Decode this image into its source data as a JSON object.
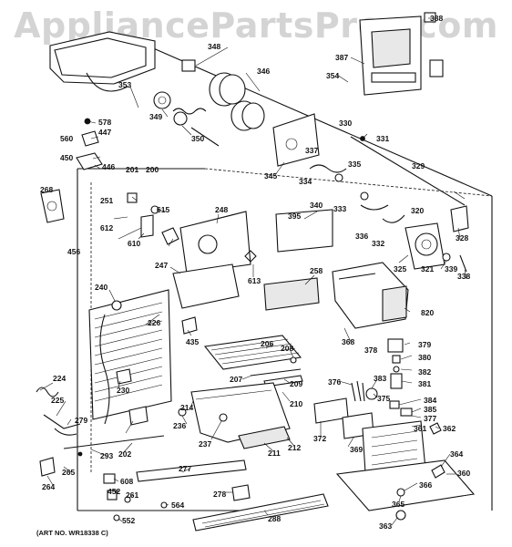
{
  "watermark": "AppliancePartsPros.com",
  "art_number": "(ART NO. WR18338 C)",
  "part_numbers": [
    "388",
    "387",
    "354",
    "348",
    "346",
    "353",
    "349",
    "350",
    "578",
    "447",
    "560",
    "450",
    "446",
    "201",
    "200",
    "251",
    "268",
    "612",
    "615",
    "610",
    "248",
    "345",
    "334",
    "337",
    "335",
    "330",
    "331",
    "329",
    "340",
    "333",
    "336",
    "395",
    "320",
    "332",
    "325",
    "321",
    "339",
    "328",
    "338",
    "456",
    "247",
    "613",
    "258",
    "240",
    "226",
    "820",
    "368",
    "435",
    "378",
    "379",
    "380",
    "382",
    "381",
    "383",
    "376",
    "375",
    "384",
    "385",
    "377",
    "206",
    "208",
    "207",
    "209",
    "210",
    "224",
    "225",
    "279",
    "230",
    "214",
    "236",
    "237",
    "211",
    "212",
    "372",
    "369",
    "361",
    "362",
    "364",
    "360",
    "293",
    "202",
    "265",
    "264",
    "277",
    "608",
    "452",
    "261",
    "564",
    "278",
    "288",
    "366",
    "365",
    "363",
    "552"
  ]
}
